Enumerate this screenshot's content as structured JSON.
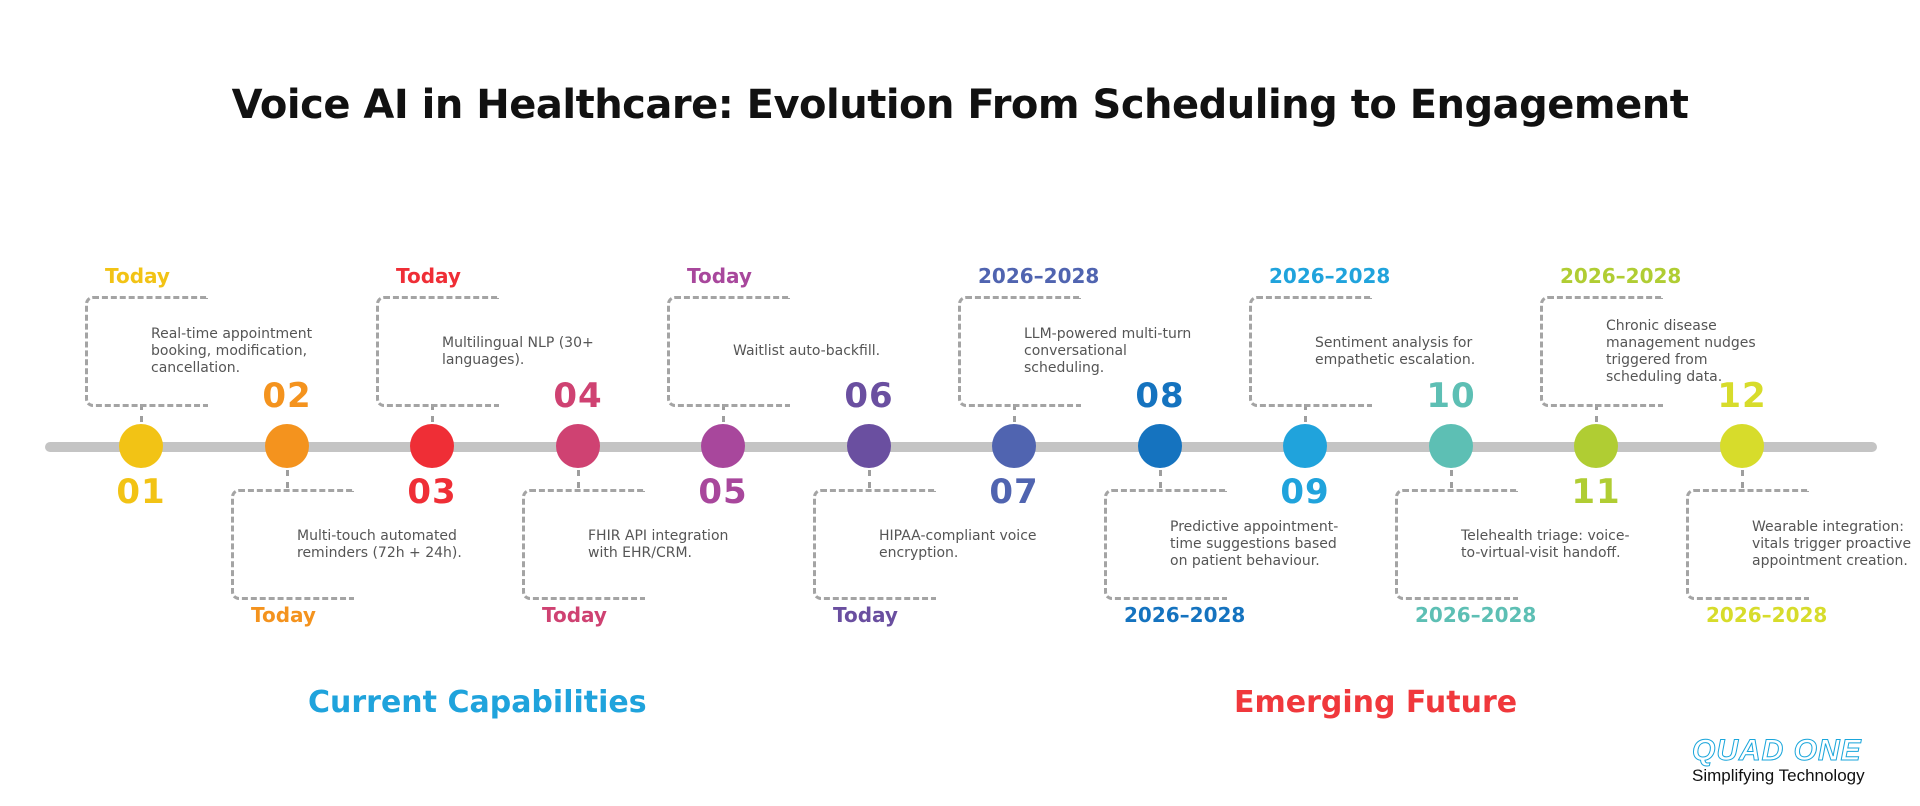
{
  "title": "Voice AI in Healthcare: Evolution From Scheduling to Engagement",
  "sections": {
    "current": {
      "label": "Current Capabilities",
      "color": "#1fa3dc"
    },
    "future": {
      "label": "Emerging Future",
      "color": "#f0383c"
    }
  },
  "milestones": [
    {
      "number": "01",
      "era": "Today",
      "text": "Real-time appointment booking, modification, cancellation.",
      "color": "#f2c315",
      "position": "up"
    },
    {
      "number": "02",
      "era": "Today",
      "text": "Multi-touch automated reminders (72h + 24h).",
      "color": "#f4931e",
      "position": "down"
    },
    {
      "number": "03",
      "era": "Today",
      "text": "Multilingual NLP (30+ languages).",
      "color": "#ef2e36",
      "position": "up"
    },
    {
      "number": "04",
      "era": "Today",
      "text": "FHIR API integration with EHR/CRM.",
      "color": "#cf4272",
      "position": "down"
    },
    {
      "number": "05",
      "era": "Today",
      "text": "Waitlist auto-backfill.",
      "color": "#a8479c",
      "position": "up"
    },
    {
      "number": "06",
      "era": "Today",
      "text": "HIPAA-compliant voice encryption.",
      "color": "#6a4fa0",
      "position": "down"
    },
    {
      "number": "07",
      "era": "2026–2028",
      "text": "LLM-powered multi-turn conversational scheduling.",
      "color": "#5064b0",
      "position": "up"
    },
    {
      "number": "08",
      "era": "2026–2028",
      "text": "Predictive appointment-time suggestions based on patient behaviour.",
      "color": "#1573bf",
      "position": "down"
    },
    {
      "number": "09",
      "era": "2026–2028",
      "text": "Sentiment analysis for empathetic escalation.",
      "color": "#20a3dc",
      "position": "up"
    },
    {
      "number": "10",
      "era": "2026–2028",
      "text": "Telehealth triage: voice-to-virtual-visit handoff.",
      "color": "#5dbfb4",
      "position": "down"
    },
    {
      "number": "11",
      "era": "2026–2028",
      "text": "Chronic disease management nudges triggered from scheduling data.",
      "color": "#b0cd33",
      "position": "up"
    },
    {
      "number": "12",
      "era": "2026–2028",
      "text": "Wearable integration: vitals trigger proactive appointment creation.",
      "color": "#d7dc2b",
      "position": "down"
    }
  ],
  "logo": {
    "name": "QUAD ONE",
    "tagline": "Simplifying Technology"
  }
}
